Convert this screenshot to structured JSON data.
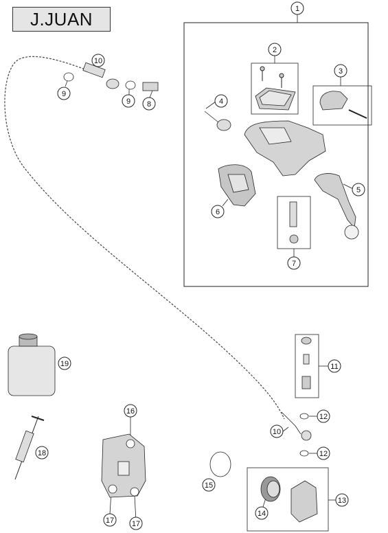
{
  "brand_label": "J.JUAN",
  "callouts": {
    "c1": "1",
    "c2": "2",
    "c3": "3",
    "c4": "4",
    "c5": "5",
    "c6": "6",
    "c7": "7",
    "c8": "8",
    "c9a": "9",
    "c9b": "9",
    "c10a": "10",
    "c10b": "10",
    "c11": "11",
    "c12a": "12",
    "c12b": "12",
    "c13": "13",
    "c14": "14",
    "c15": "15",
    "c16": "16",
    "c17a": "17",
    "c17b": "17",
    "c18": "18",
    "c19": "19"
  }
}
